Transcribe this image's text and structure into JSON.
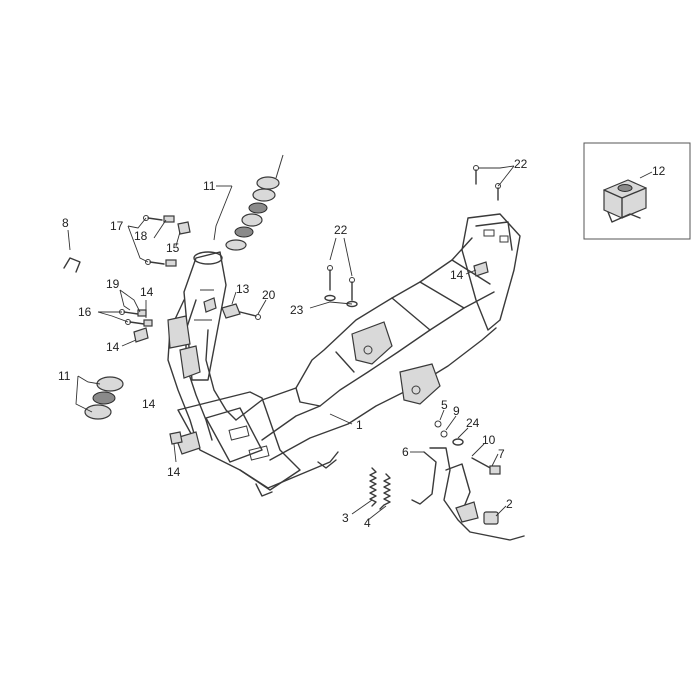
{
  "callouts": {
    "c1": "1",
    "c2": "2",
    "c3": "3",
    "c4": "4",
    "c5": "5",
    "c6": "6",
    "c7": "7",
    "c8": "8",
    "c9": "9",
    "c10": "10",
    "c11a": "11",
    "c11b": "11",
    "c12": "12",
    "c13": "13",
    "c14a": "14",
    "c14b": "14",
    "c14c": "14",
    "c14d": "14",
    "c14e": "14",
    "c15": "15",
    "c16": "16",
    "c17": "17",
    "c18": "18",
    "c19": "19",
    "c20": "20",
    "c22a": "22",
    "c22b": "22",
    "c23": "23",
    "c24": "24"
  },
  "colors": {
    "line": "#3a3a3a",
    "background": "#ffffff"
  }
}
